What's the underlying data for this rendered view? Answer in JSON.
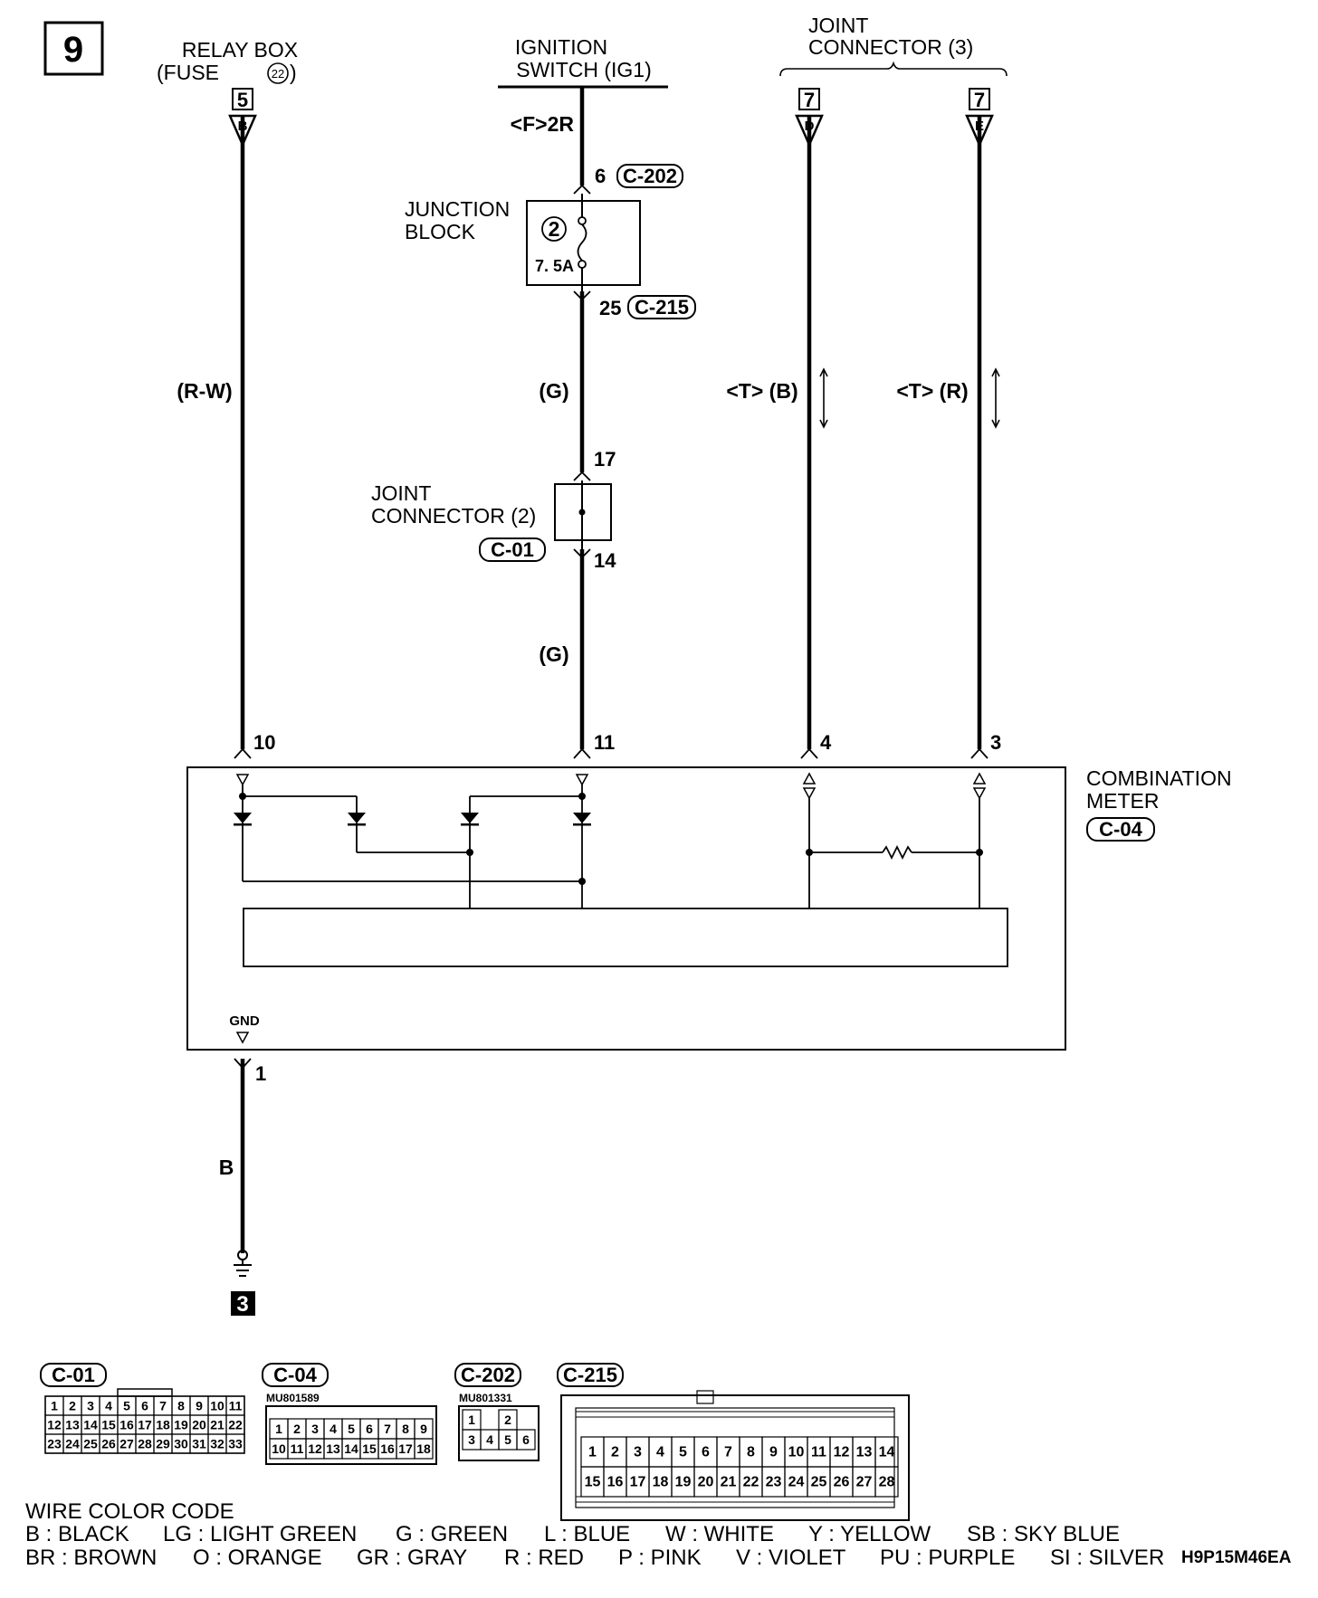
{
  "page_number": "9",
  "sources": {
    "relay_box": {
      "title_line1": "RELAY BOX",
      "title_line2": "(FUSE",
      "fuse_no": "22",
      "title_close": ")",
      "ref_no": "5",
      "terminal": "B"
    },
    "ignition": {
      "title_line1": "IGNITION",
      "title_line2": "SWITCH (IG1)",
      "variant": "<F>2R"
    },
    "joint_connector_3": {
      "title_line1": "JOINT",
      "title_line2": "CONNECTOR (3)",
      "ref_no_d": "7",
      "terminal_d": "D",
      "ref_no_e": "7",
      "terminal_e": "E"
    }
  },
  "junction_block": {
    "label_line1": "JUNCTION",
    "label_line2": "BLOCK",
    "fuse_no": "2",
    "fuse_rating": "7. 5A",
    "pin_in": "6",
    "conn_in": "C-202",
    "pin_out": "25",
    "conn_out": "C-215"
  },
  "joint_connector_2": {
    "label_line1": "JOINT",
    "label_line2": "CONNECTOR (2)",
    "conn": "C-01",
    "pin_in": "17",
    "pin_out": "14"
  },
  "wires": {
    "relay": "(R-W)",
    "ign_upper": "(G)",
    "ign_lower": "(G)",
    "can_d": "<T> (B)",
    "can_e": "<T> (R)",
    "ground": "B"
  },
  "meter": {
    "label_line1": "COMBINATION",
    "label_line2": "METER",
    "conn": "C-04",
    "pin_relay": "10",
    "pin_ign": "11",
    "pin_can_d": "4",
    "pin_can_e": "3",
    "gnd_label": "GND",
    "pin_gnd": "1"
  },
  "ground_no": "3",
  "connectors": {
    "c01": {
      "name": "C-01",
      "rows": [
        [
          "1",
          "2",
          "3",
          "4",
          "5",
          "6",
          "7",
          "8",
          "9",
          "10",
          "11"
        ],
        [
          "12",
          "13",
          "14",
          "15",
          "16",
          "17",
          "18",
          "19",
          "20",
          "21",
          "22"
        ],
        [
          "23",
          "24",
          "25",
          "26",
          "27",
          "28",
          "29",
          "30",
          "31",
          "32",
          "33"
        ]
      ]
    },
    "c04": {
      "name": "C-04",
      "part": "MU801589",
      "rows": [
        [
          "1",
          "2",
          "3",
          "4",
          "5",
          "6",
          "7",
          "8",
          "9"
        ],
        [
          "10",
          "11",
          "12",
          "13",
          "14",
          "15",
          "16",
          "17",
          "18"
        ]
      ]
    },
    "c202": {
      "name": "C-202",
      "part": "MU801331",
      "rows": [
        [
          "1",
          "",
          "2"
        ],
        [
          "3",
          "4",
          "5",
          "6"
        ]
      ]
    },
    "c215": {
      "name": "C-215",
      "rows": [
        [
          "1",
          "2",
          "3",
          "4",
          "5",
          "6",
          "7",
          "8",
          "9",
          "10",
          "11",
          "12",
          "13",
          "14"
        ],
        [
          "15",
          "16",
          "17",
          "18",
          "19",
          "20",
          "21",
          "22",
          "23",
          "24",
          "25",
          "26",
          "27",
          "28"
        ]
      ]
    }
  },
  "legend": {
    "title": "WIRE COLOR CODE",
    "row1": [
      "B : BLACK",
      "LG : LIGHT GREEN",
      "G : GREEN",
      "L : BLUE",
      "W : WHITE",
      "Y : YELLOW",
      "SB : SKY BLUE"
    ],
    "row2": [
      "BR : BROWN",
      "O : ORANGE",
      "GR : GRAY",
      "R : RED",
      "P : PINK",
      "V : VIOLET",
      "PU : PURPLE",
      "SI : SILVER"
    ],
    "code": "H9P15M46EA"
  }
}
